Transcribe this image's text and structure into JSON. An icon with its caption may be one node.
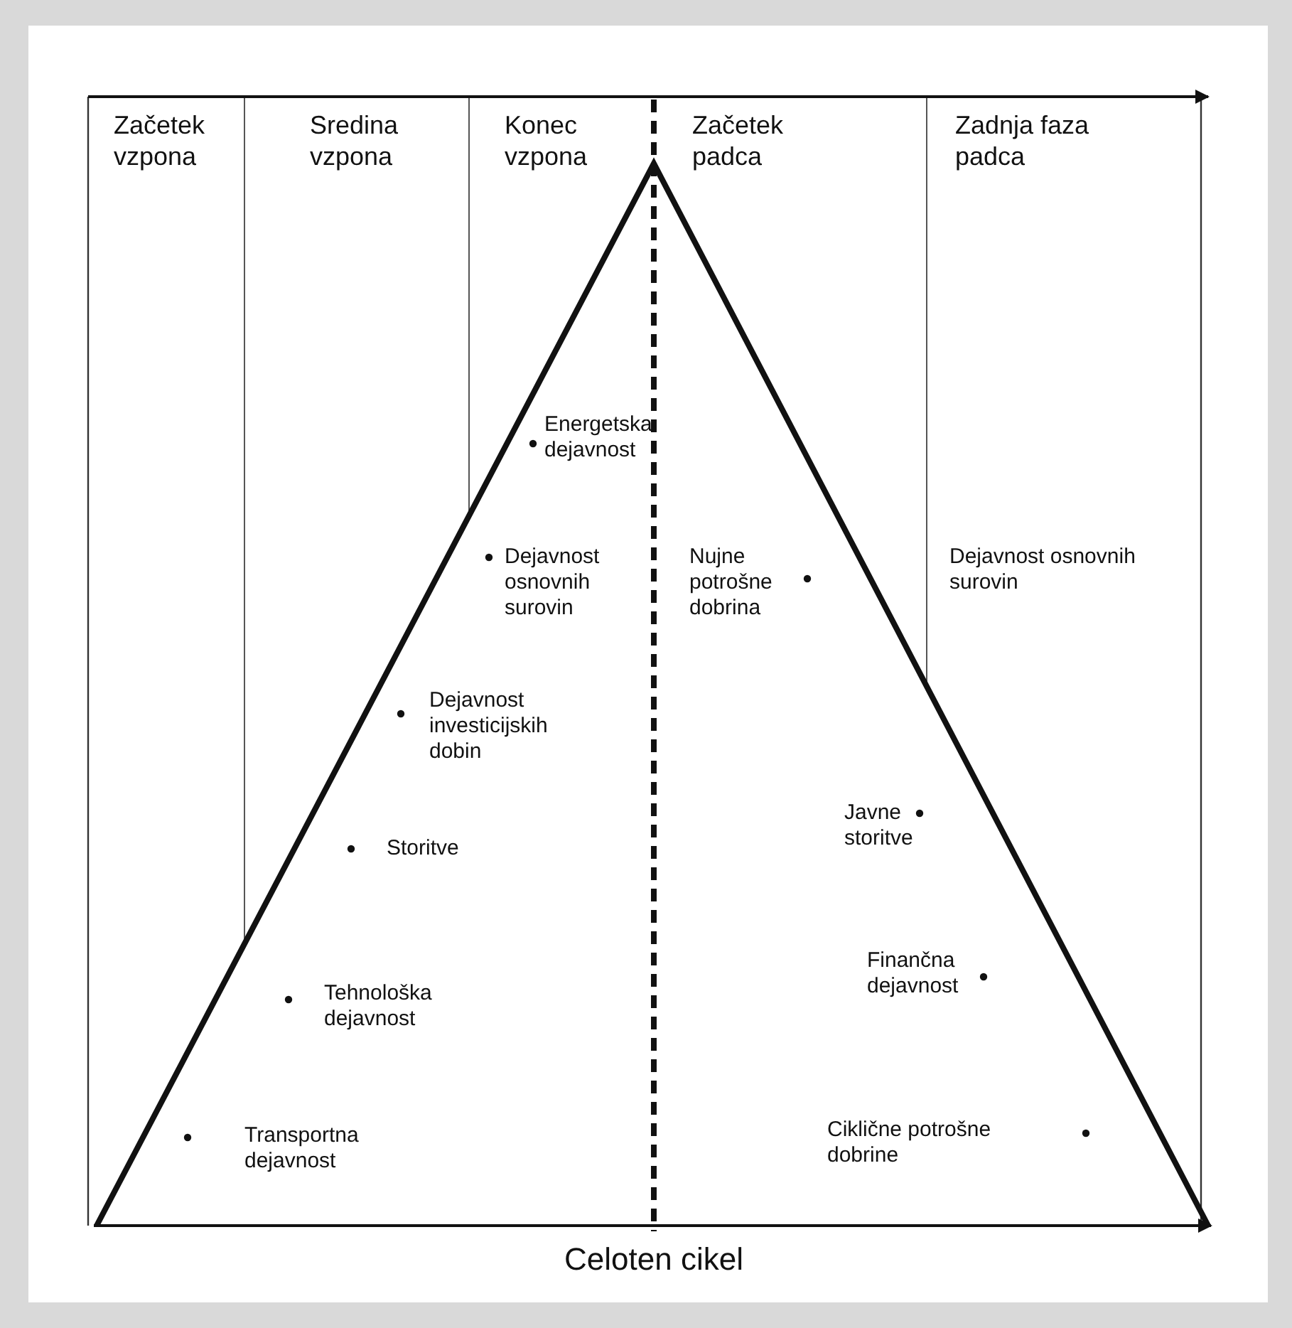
{
  "diagram": {
    "labels": [
      "Začetek vzpona",
      "Sredina vzpona",
      "Konec vzpona",
      "Začetek padca",
      "Zadnja faza padca",
      "Energetska dejavnost",
      "Dejavnost osnovnih surovin",
      "Nujne potrošne dobrina",
      "Dejavnost osnovnih surovin",
      "Dejavnost investicijskih dobin",
      "Storitve",
      "Javne storitve",
      "Tehnološka dejavnost",
      "Finančna dejavnost",
      "Transportna dejavnost",
      "Ciklične potrošne dobrine",
      "Celoten cikel"
    ]
  }
}
